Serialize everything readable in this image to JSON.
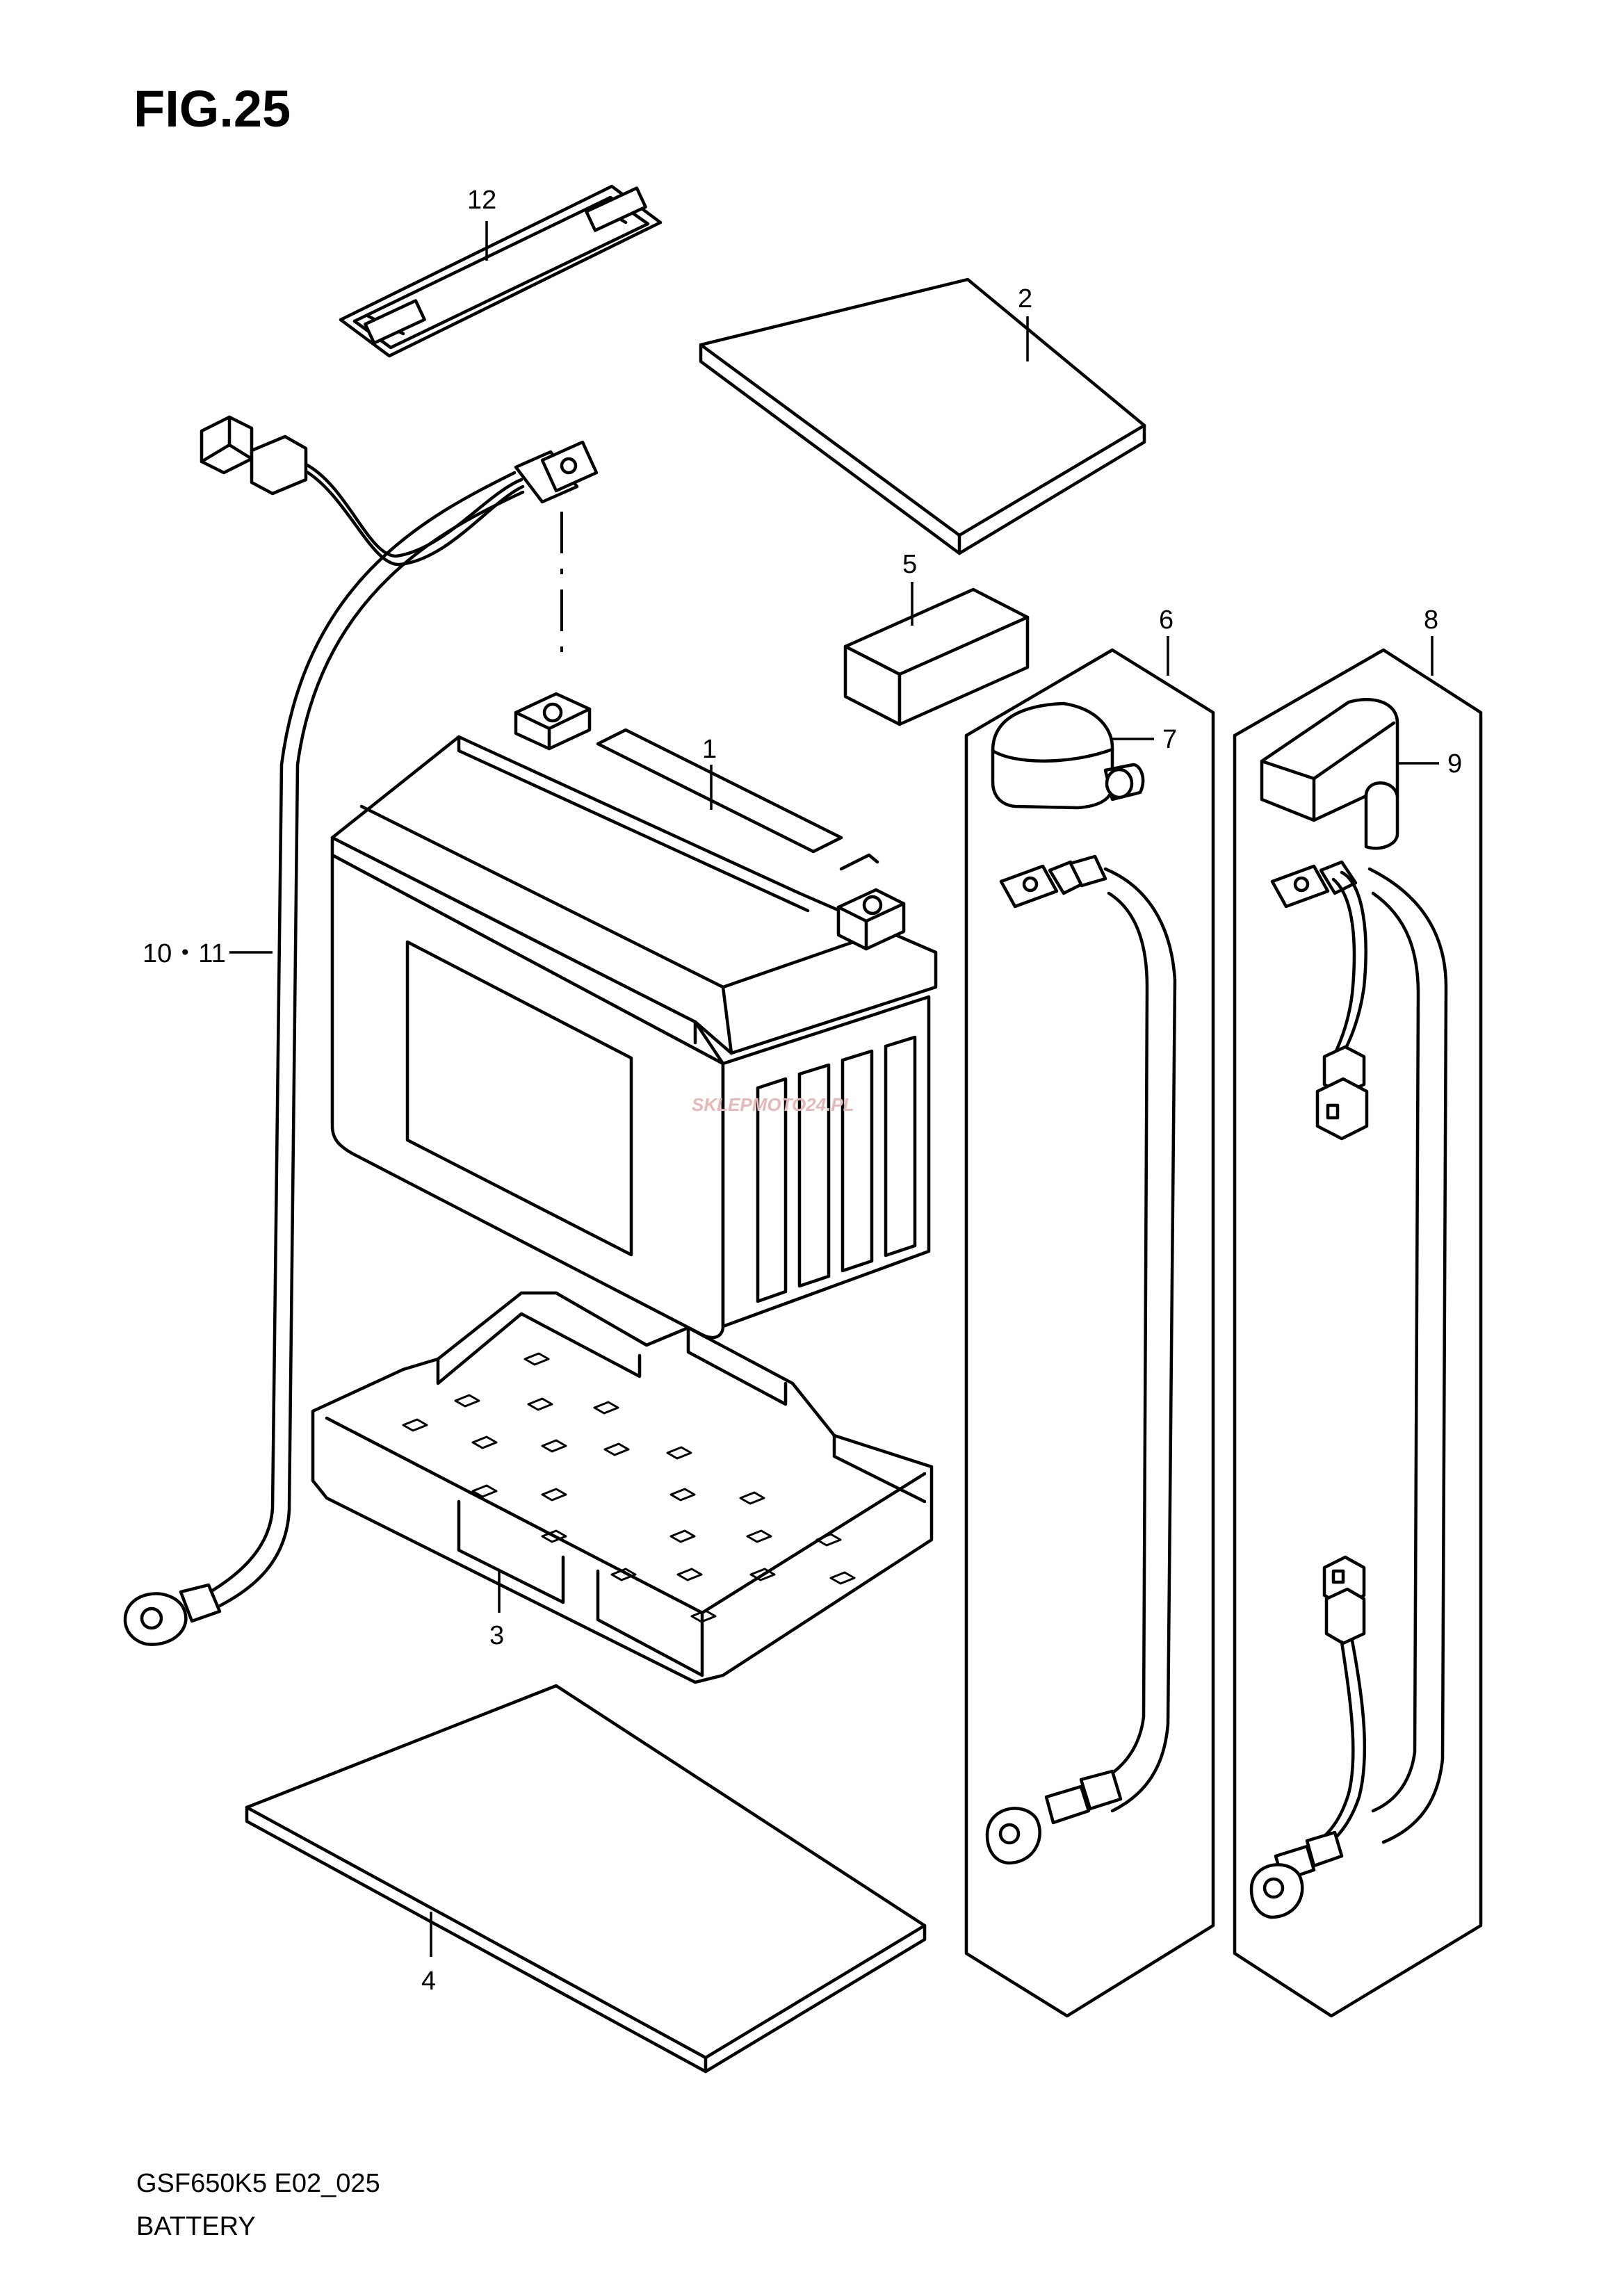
{
  "figure": {
    "title": "FIG.25",
    "code": "GSF650K5 E02_025",
    "name": "BATTERY"
  },
  "watermark": "SKLEPMOTO24.PL",
  "callouts": {
    "battery": "1",
    "cover_sheet": "2",
    "tray": "3",
    "pad": "4",
    "block": "5",
    "cable_set_6": "6",
    "cap_7": "7",
    "cable_set_8": "8",
    "cap_9": "9",
    "ground_cable": "10・11",
    "strap": "12"
  }
}
